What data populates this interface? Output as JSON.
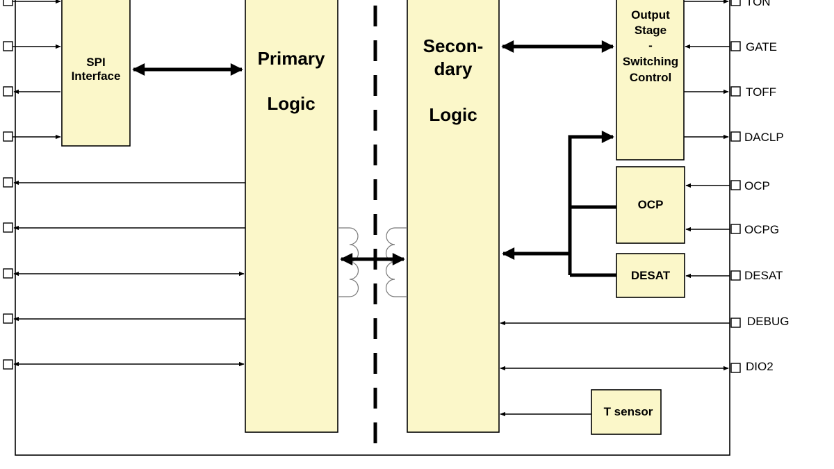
{
  "blocks": {
    "spi": [
      "SPI",
      "Interface"
    ],
    "primary": [
      "Primary",
      "Logic"
    ],
    "secondary": [
      "Secon-",
      "dary",
      "Logic"
    ],
    "output": [
      "Output",
      "Stage",
      "-",
      "Switching",
      "Control"
    ],
    "ocp": "OCP",
    "desat": "DESAT",
    "tsensor": "T sensor"
  },
  "pins_right": [
    "TON",
    "GATE",
    "TOFF",
    "DACLP",
    "OCP",
    "OCPG",
    "DESAT",
    "DEBUG",
    "DIO2"
  ],
  "colors": {
    "block_fill": "#fbf7c9",
    "line": "#000000",
    "background": "#ffffff"
  }
}
